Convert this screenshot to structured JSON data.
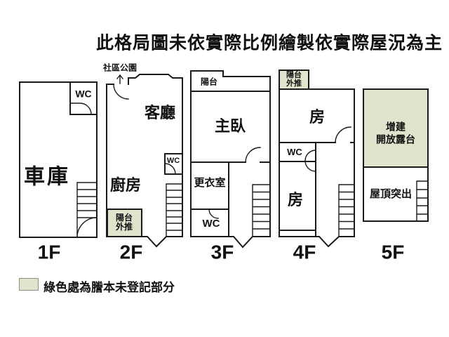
{
  "title": "此格局圖未依實際比例繪製依實際屋況為主",
  "colors": {
    "unregistered_green": "#e1e4cd",
    "wall_line": "#1a1a1a"
  },
  "legend": {
    "text": "綠色處為謄本未登記部分"
  },
  "floors": [
    {
      "label": "1F",
      "rooms": {
        "garage": "車庫",
        "wc": "WC"
      }
    },
    {
      "label": "2F",
      "park_note": "社區公園",
      "rooms": {
        "living_room": "客廳",
        "kitchen": "廚房",
        "wc": "WC",
        "balcony_line1": "陽台",
        "balcony_line2": "外推"
      }
    },
    {
      "label": "3F",
      "rooms": {
        "balcony": "陽台",
        "master_bedroom": "主臥",
        "closet": "更衣室",
        "wc": "WC"
      }
    },
    {
      "label": "4F",
      "rooms": {
        "balcony_line1": "陽台",
        "balcony_line2": "外推",
        "room_upper": "房",
        "wc": "WC",
        "room_lower": "房"
      }
    },
    {
      "label": "5F",
      "rooms": {
        "terrace_line1": "增建",
        "terrace_line2": "開放露台",
        "roof": "屋頂突出"
      }
    }
  ]
}
